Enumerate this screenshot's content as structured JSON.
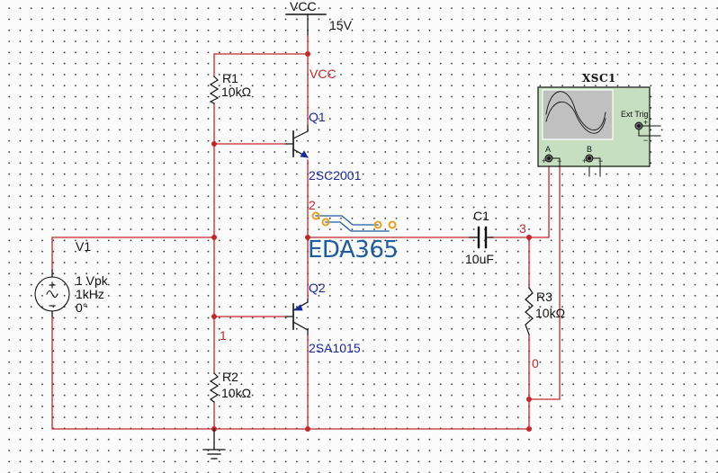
{
  "schematic": {
    "power": {
      "name": "VCC",
      "voltage": "15V",
      "net_label": "VCC"
    },
    "source": {
      "name": "V1",
      "amplitude": "1 Vpk",
      "frequency": "1kHz",
      "phase": "0°"
    },
    "resistors": [
      {
        "name": "R1",
        "value": "10kΩ"
      },
      {
        "name": "R2",
        "value": "10kΩ"
      },
      {
        "name": "R3",
        "value": "10kΩ"
      }
    ],
    "transistors": [
      {
        "name": "Q1",
        "part": "2SC2001",
        "type": "NPN"
      },
      {
        "name": "Q2",
        "part": "2SA1015",
        "type": "PNP"
      }
    ],
    "capacitor": {
      "name": "C1",
      "value": "10uF"
    },
    "nets": {
      "n1": "1",
      "n2": "2",
      "n3": "3",
      "n0": "0"
    },
    "oscilloscope": {
      "name": "XSC1",
      "ext_trig_label": "Ext Trig",
      "channel_a": "A",
      "channel_b": "B",
      "plus": "+",
      "minus": "−"
    },
    "watermark": "EDA365",
    "colors": {
      "wire": "#c0282c",
      "component": "#111111",
      "part_label": "#1a2a9a",
      "net_label": "#c0282c",
      "scope_body": "#c5dfc0",
      "scope_screen": "#c0c0c0",
      "watermark": "#1e5c9e",
      "watermark_pads": "#e8a020"
    }
  }
}
